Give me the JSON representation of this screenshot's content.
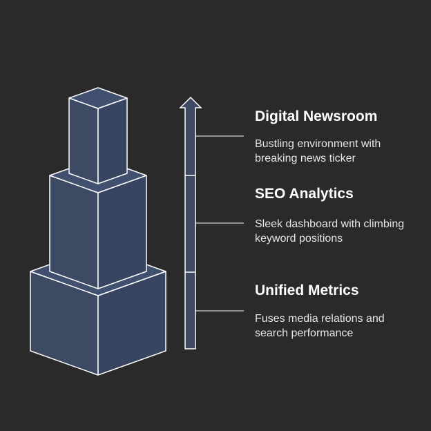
{
  "colors": {
    "background": "#2a2a2a",
    "block_fill": "#3d4a63",
    "block_stroke": "#ffffff",
    "connector": "#ffffff",
    "title_text": "#ffffff",
    "desc_text": "#e6e6e6"
  },
  "icons": [
    "up-arrow-icon"
  ],
  "items": [
    {
      "title": "Digital Newsroom",
      "description": "Bustling environment with breaking news ticker"
    },
    {
      "title": "SEO Analytics",
      "description": "Sleek dashboard with climbing keyword positions"
    },
    {
      "title": "Unified Metrics",
      "description": "Fuses media relations and search performance"
    }
  ]
}
